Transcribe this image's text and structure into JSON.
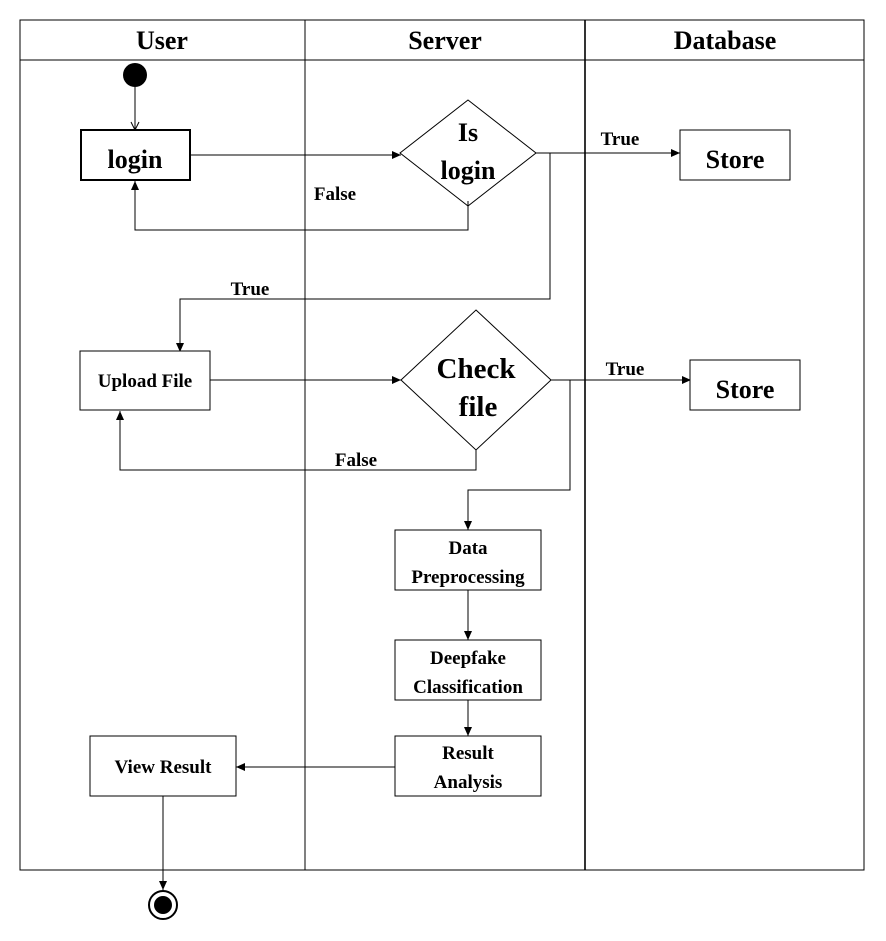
{
  "lanes": {
    "user": "User",
    "server": "Server",
    "database": "Database"
  },
  "nodes": {
    "login": "login",
    "is_login_line1": "Is",
    "is_login_line2": "login",
    "store_1": "Store",
    "upload_file": "Upload File",
    "check_file_line1": "Check",
    "check_file_line2": "file",
    "store_2": "Store",
    "data_preprocessing_line1": "Data",
    "data_preprocessing_line2": "Preprocessing",
    "deepfake_classification_line1": "Deepfake",
    "deepfake_classification_line2": "Classification",
    "result_analysis_line1": "Result",
    "result_analysis_line2": "Analysis",
    "view_result": "View Result"
  },
  "edge_labels": {
    "login_true_store": "True",
    "login_false": "False",
    "login_true_upload": "True",
    "check_true_store": "True",
    "check_false": "False"
  }
}
